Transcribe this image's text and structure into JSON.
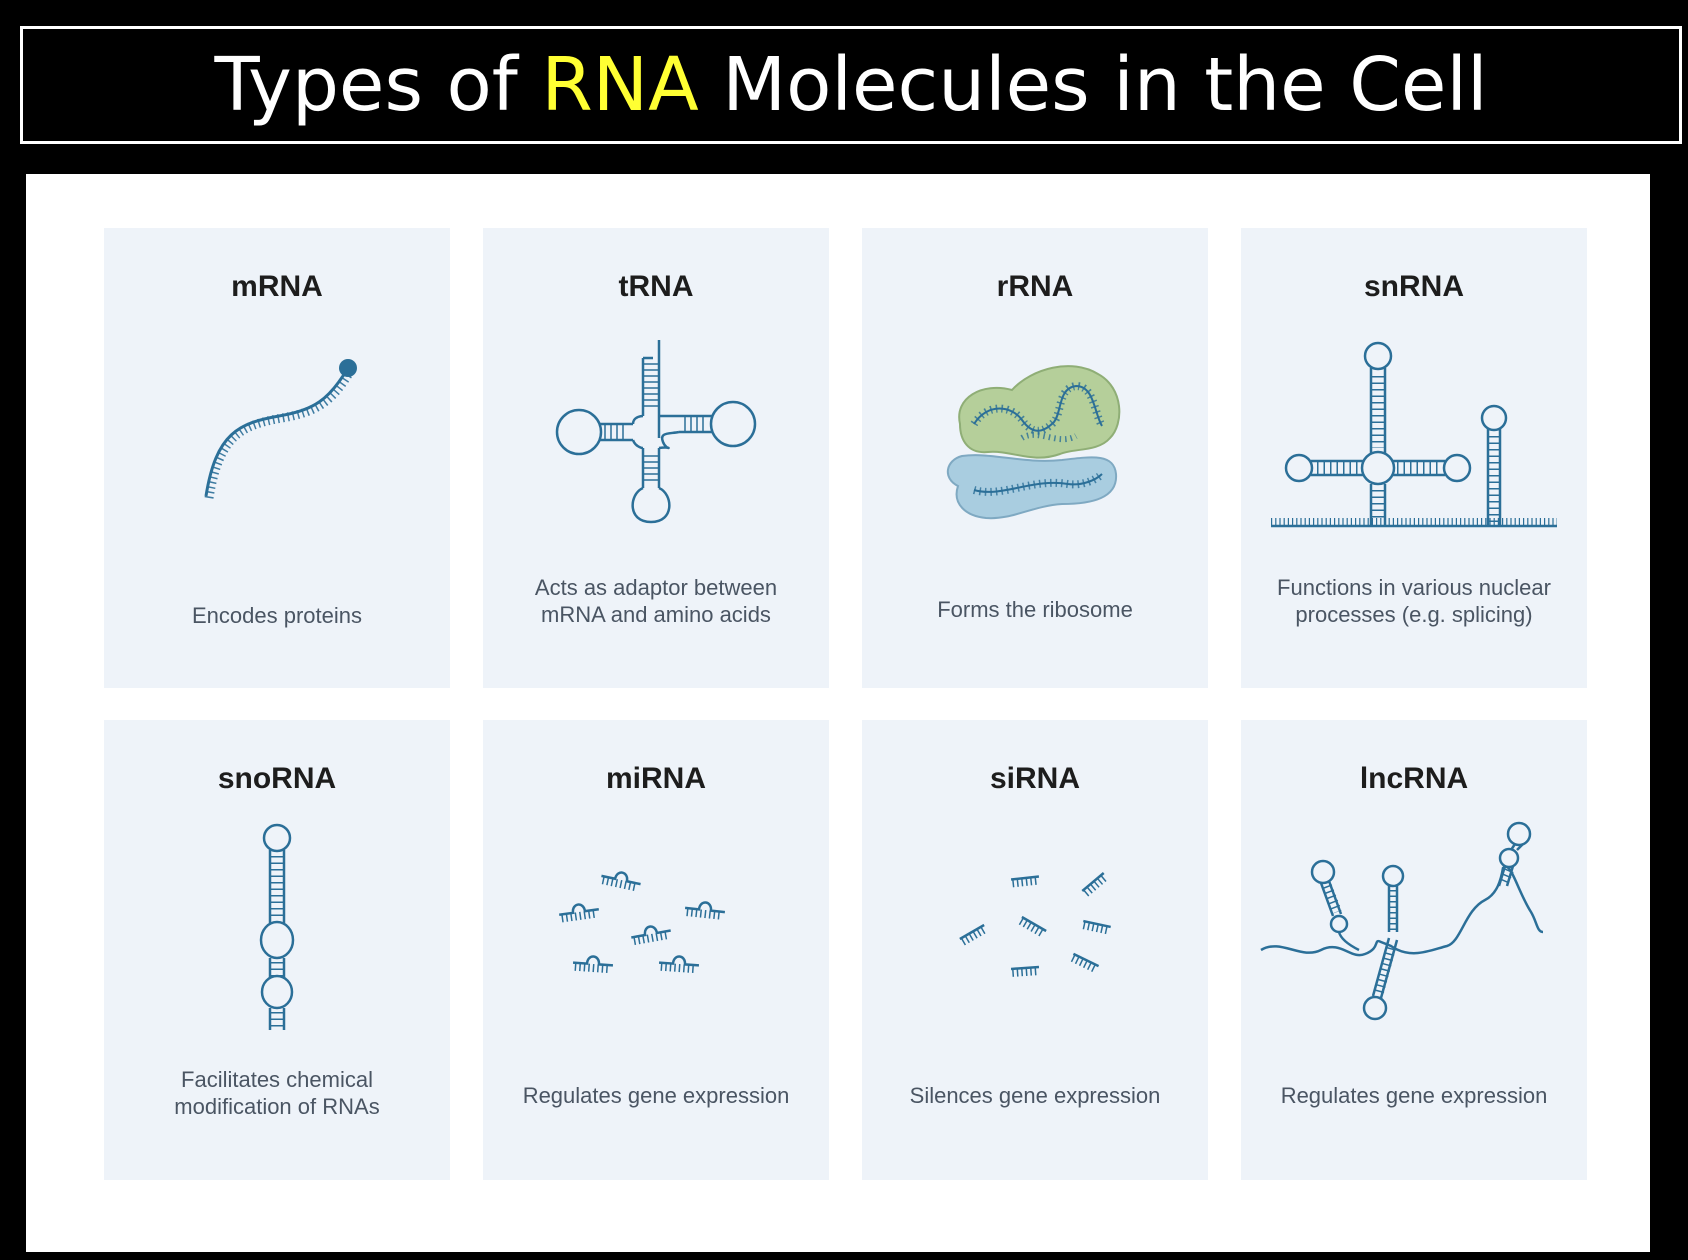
{
  "title": {
    "before": "Types of ",
    "highlight": "RNA",
    "after": " Molecules in the Cell"
  },
  "colors": {
    "highlight": "#ffff33",
    "card_bg": "#eef3f9",
    "line": "#2b6f98",
    "rrna_large": "#b5cf9a",
    "rrna_small": "#a9cde0"
  },
  "cards": [
    {
      "name": "mRNA",
      "description": "Encodes proteins",
      "icon": "mrna-strand-icon"
    },
    {
      "name": "tRNA",
      "description": "Acts as adaptor between mRNA and amino acids",
      "icon": "trna-cloverleaf-icon"
    },
    {
      "name": "rRNA",
      "description": "Forms the ribosome",
      "icon": "ribosome-icon"
    },
    {
      "name": "snRNA",
      "description": "Functions in various nuclear processes (e.g. splicing)",
      "icon": "snrna-structure-icon"
    },
    {
      "name": "snoRNA",
      "description": "Facilitates chemical modification of RNAs",
      "icon": "snorna-hairpin-icon"
    },
    {
      "name": "miRNA",
      "description": "Regulates gene expression",
      "icon": "mirna-fragments-icon"
    },
    {
      "name": "siRNA",
      "description": "Silences gene expression",
      "icon": "sirna-fragments-icon"
    },
    {
      "name": "lncRNA",
      "description": "Regulates gene expression",
      "icon": "lncrna-strand-icon"
    }
  ]
}
